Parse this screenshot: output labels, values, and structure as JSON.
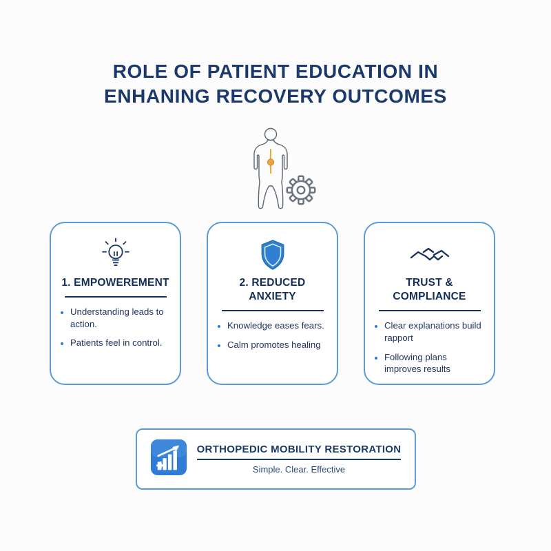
{
  "title": {
    "line1": "ROLE OF PATIENT EDUCATION IN",
    "line2": "ENHANING RECOVERY OUTCOMES"
  },
  "figure": {
    "body_icon": "human-body-outline-icon",
    "gear_icon": "gear-icon",
    "organ_highlight_color": "#e8a23c"
  },
  "cards": [
    {
      "icon": "lightbulb-icon",
      "heading": "1. EMPOWEREMENT",
      "bullets": [
        "Understanding leads to action.",
        "Patients feel in control."
      ]
    },
    {
      "icon": "shield-icon",
      "heading": "2. REDUCED ANXIETY",
      "bullets": [
        "Knowledge eases fears.",
        "Calm promotes healing"
      ]
    },
    {
      "icon": "handshake-icon",
      "heading": "TRUST & COMPLIANCE",
      "bullets": [
        "Clear explanations build rapport",
        "Following plans improves results"
      ]
    }
  ],
  "footer": {
    "logo_icon": "bar-chart-growth-logo-icon",
    "brand": "ORTHOPEDIC MOBILITY RESTORATION",
    "tagline": "Simple. Clear. Effective"
  },
  "colors": {
    "navy": "#1c3a66",
    "accent_blue": "#2f80d0",
    "card_border": "#5b9bd5",
    "organ_orange": "#e8a23c",
    "background": "#fcfcfc"
  }
}
